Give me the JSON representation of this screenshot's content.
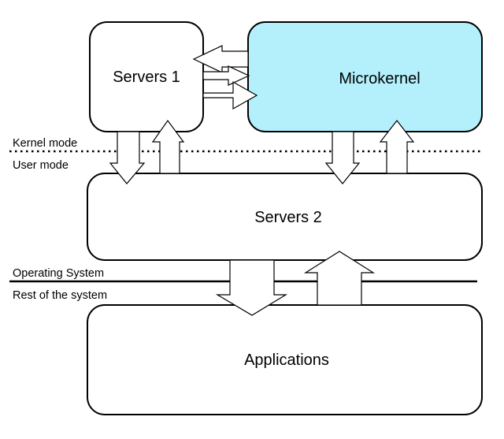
{
  "diagram": {
    "boxes": {
      "servers1": "Servers 1",
      "microkernel": "Microkernel",
      "servers2": "Servers 2",
      "applications": "Applications"
    },
    "boundaries": {
      "kernel_mode": "Kernel mode",
      "user_mode": "User mode",
      "operating_system": "Operating System",
      "rest_of_system": "Rest of the system"
    },
    "colors": {
      "microkernel_fill": "#b3f0fc",
      "box_fill": "#ffffff",
      "stroke": "#000000"
    }
  }
}
